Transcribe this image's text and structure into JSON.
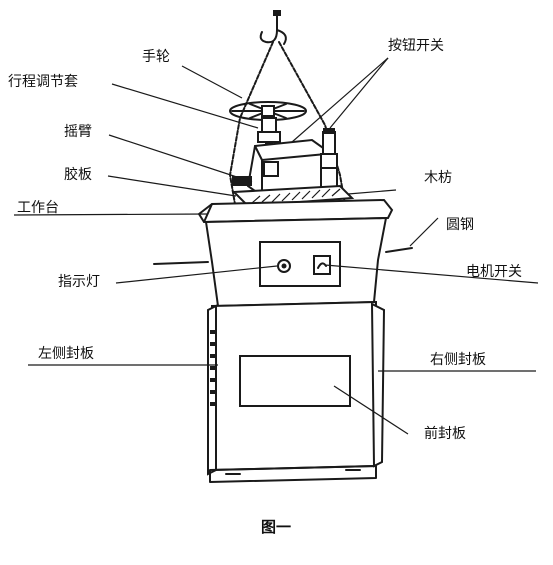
{
  "labels": {
    "hand_wheel": "手轮",
    "stroke_sleeve": "行程调节套",
    "rocker_arm": "摇臂",
    "rubber_plate": "胶板",
    "worktable": "工作台",
    "indicator_light": "指示灯",
    "left_side_panel": "左侧封板",
    "button_switch": "按钮开关",
    "wood_block": "木枋",
    "round_steel": "圆钢",
    "motor_switch": "电机开关",
    "right_side_panel": "右侧封板",
    "front_panel": "前封板"
  },
  "caption": "图一"
}
